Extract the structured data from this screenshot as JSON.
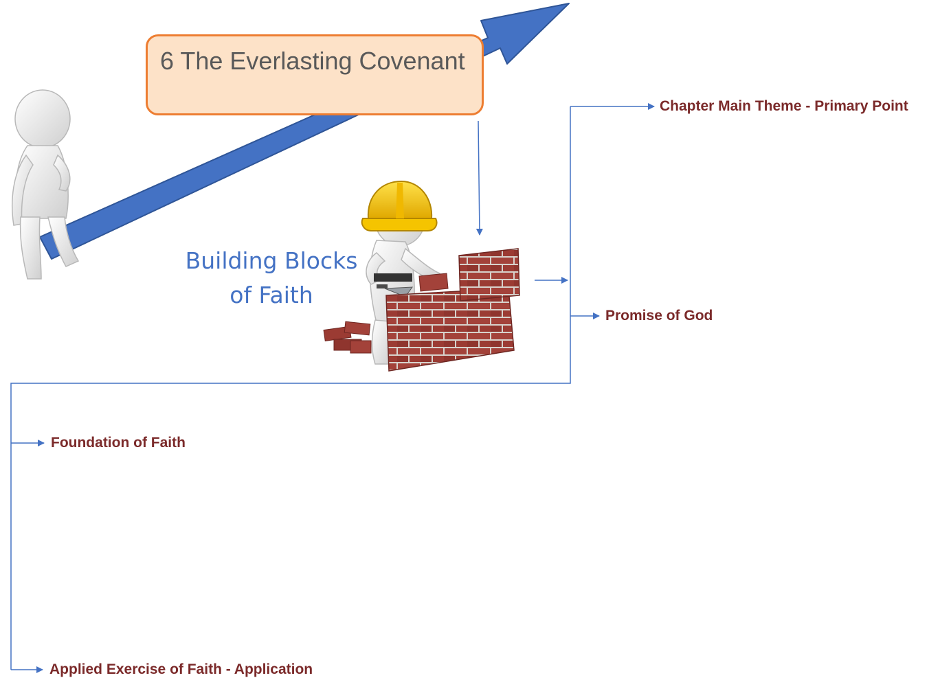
{
  "diagram": {
    "title": "6 The Everlasting Covenant",
    "building_blocks_line1": "Building Blocks",
    "building_blocks_line2": "of Faith",
    "labels": {
      "chapter_theme": "Chapter Main Theme - Primary Point",
      "promise": "Promise of God",
      "foundation": "Foundation of Faith",
      "application": "Applied Exercise of Faith - Application"
    }
  },
  "colors": {
    "big_arrow": "#4472c4",
    "connector": "#4472c4",
    "title_fill": "#fde2c8",
    "title_border": "#ed7d31",
    "title_text": "#595959",
    "label_text": "#7b2a2a",
    "helmet": "#f5c400",
    "brick": "#9b3b33"
  },
  "icons": [
    "stick-figure-icon",
    "construction-worker-icon",
    "hard-hat-icon",
    "brick-wall-icon",
    "trowel-icon"
  ]
}
